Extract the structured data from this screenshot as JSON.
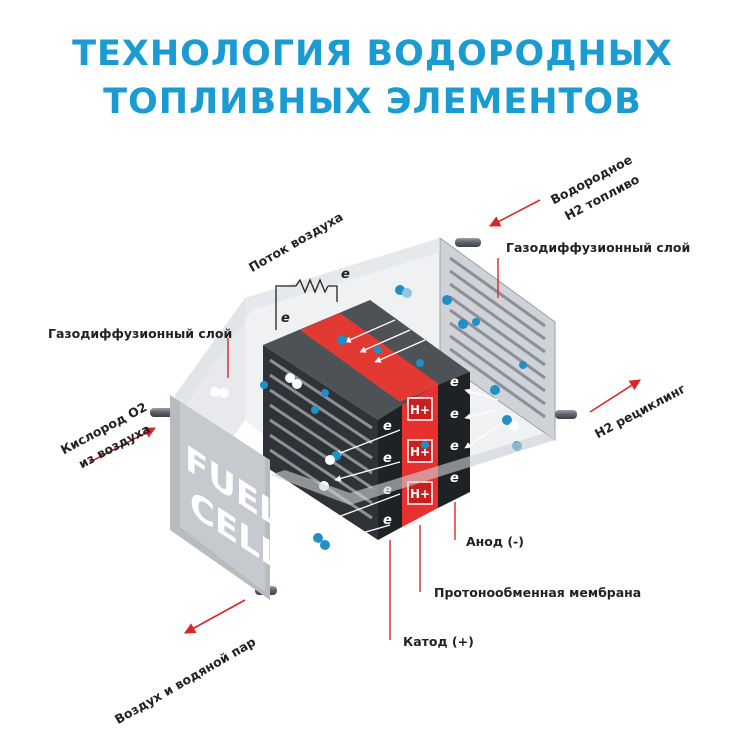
{
  "title": {
    "line1": "ТЕХНОЛОГИЯ ВОДОРОДНЫХ",
    "line2": "ТОПЛИВНЫХ ЭЛЕМЕНТОВ"
  },
  "labels": {
    "air_flow": "Поток воздуха",
    "hydrogen_line1": "Водородное",
    "hydrogen_line2": "H2 топливо",
    "gdl_right": "Газодиффузионный слой",
    "gdl_left": "Газодиффузионный слой",
    "oxygen_line1": "Кислород O2",
    "oxygen_line2": "из воздуха",
    "h2_recycling": "H2 рециклинг",
    "anode": "Анод (-)",
    "membrane": "Протонообменная мембрана",
    "cathode": "Катод (+)",
    "exhaust": "Воздух и водяной пар",
    "fuel_cell_line1": "FUEL",
    "fuel_cell_line2": "CELL",
    "electron": "e",
    "proton": "H+"
  },
  "colors": {
    "title": "#1a9bd1",
    "arrow": "#d9262b",
    "membrane": "#e8302f",
    "molecule": "#1f8fc4"
  }
}
